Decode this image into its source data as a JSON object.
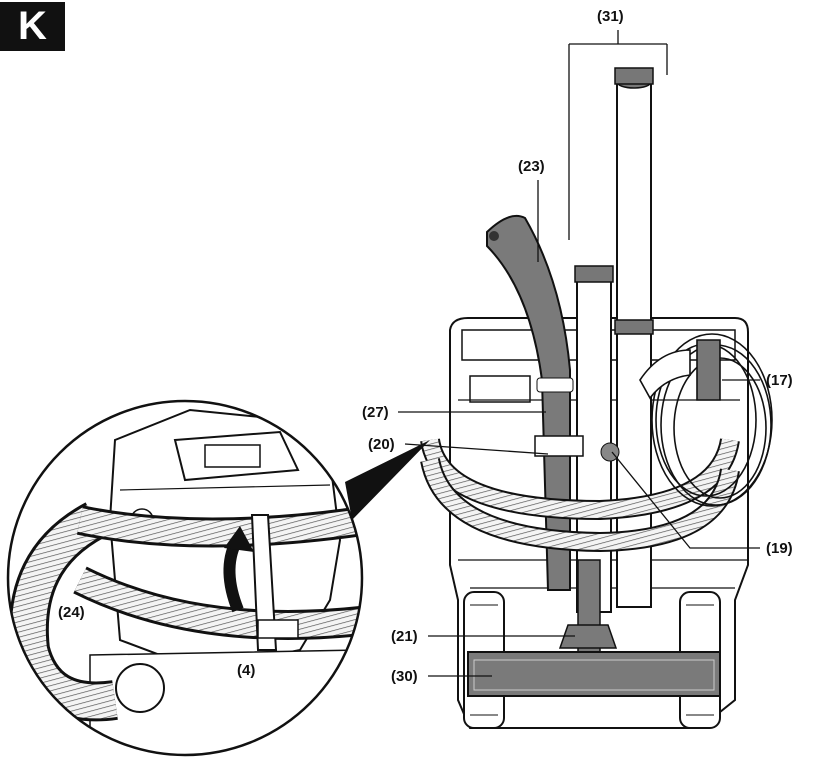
{
  "figure": {
    "panel_letter": "K",
    "labels": {
      "l31": "(31)",
      "l23": "(23)",
      "l17": "(17)",
      "l27": "(27)",
      "l20": "(20)",
      "l19": "(19)",
      "l21": "(21)",
      "l30": "(30)",
      "l24": "(24)",
      "l4": "(4)"
    }
  }
}
